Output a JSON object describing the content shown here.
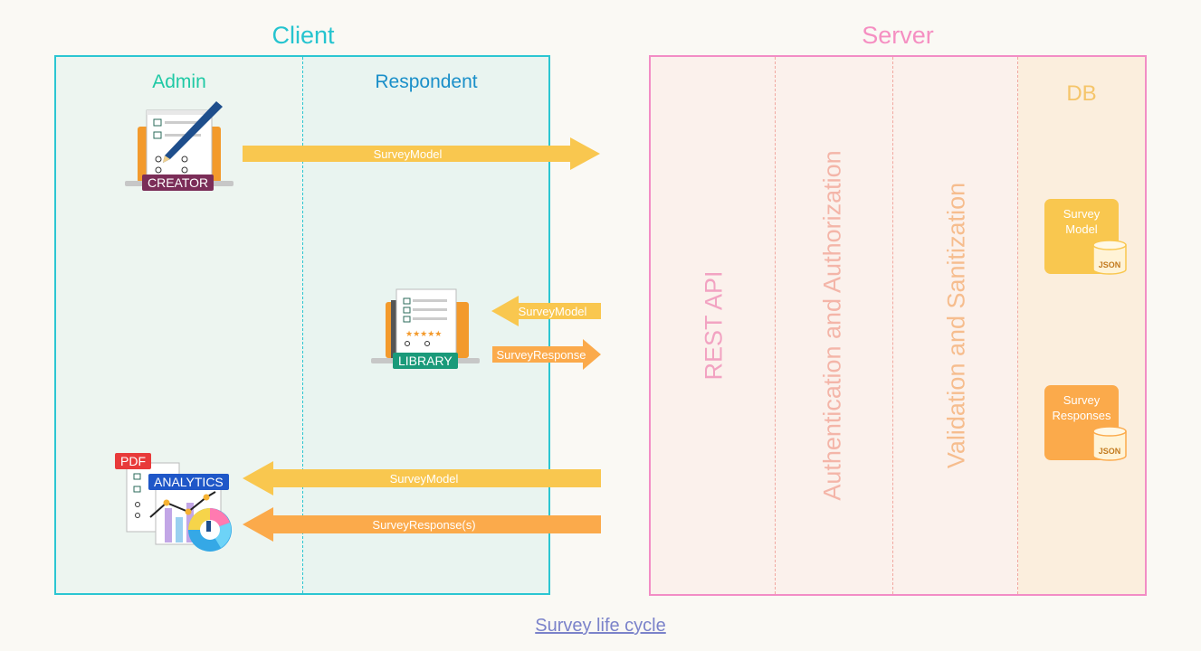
{
  "client": {
    "title": "Client",
    "admin_label": "Admin",
    "respondent_label": "Respondent",
    "creator_badge": "CREATOR",
    "library_badge": "LIBRARY",
    "pdf_badge": "PDF",
    "analytics_badge": "ANALYTICS"
  },
  "server": {
    "title": "Server",
    "rest_api": "REST API",
    "auth": "Authentication and Authorization",
    "validation": "Validation and Sanitization",
    "db": {
      "title": "DB",
      "survey_model_line1": "Survey",
      "survey_model_line2": "Model",
      "survey_responses_line1": "Survey",
      "survey_responses_line2": "Responses",
      "json_label": "JSON"
    }
  },
  "arrows": {
    "creator_to_server": "SurveyModel",
    "server_to_library": "SurveyModel",
    "library_to_server": "SurveyResponse",
    "server_to_analytics_model": "SurveyModel",
    "server_to_analytics_responses": "SurveyResponse(s)"
  },
  "footer": {
    "link": "Survey life cycle"
  },
  "colors": {
    "client_border": "#2bc6d2",
    "server_border": "#f28dc5",
    "arrow_yellow": "#f9c74f",
    "arrow_orange": "#fbaa4b"
  }
}
